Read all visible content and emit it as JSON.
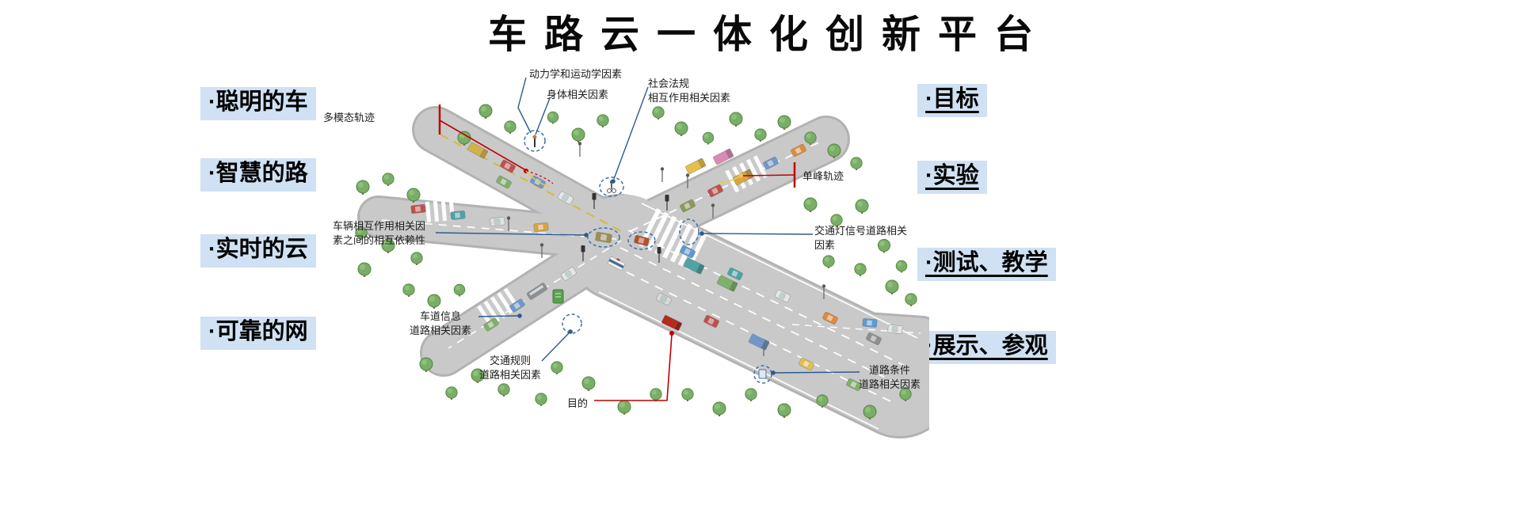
{
  "title": "车路云一体化创新平台",
  "left_labels": [
    "·聪明的车",
    "·智慧的路",
    "·实时的云",
    "·可靠的网"
  ],
  "right_labels": [
    "·目标",
    "·实验",
    "·测试、教学",
    "·展示、参观"
  ],
  "annotations": {
    "dynamics": "动力学和运动学因素",
    "body": "身体相关因素",
    "social": "社会法规\n相互作用相关因素",
    "multimodal": "多模态轨迹",
    "unimodal": "单峰轨迹",
    "interdependence": "车辆相互作用相关因\n素之间的相互依赖性",
    "traffic_light": "交通灯信号道路相关\n因素",
    "lane_info": "车道信息\n道路相关因素",
    "traffic_rules": "交通规则\n道路相关因素",
    "purpose": "目的",
    "road_condition": "道路条件\n道路相关因素"
  },
  "colors": {
    "label_highlight": "#cfe1f3",
    "annotation_line_blue": "#2d5a8c",
    "annotation_line_red": "#c00000",
    "road_gray": "#c9c9c9",
    "tree_green": "#79ae68"
  }
}
